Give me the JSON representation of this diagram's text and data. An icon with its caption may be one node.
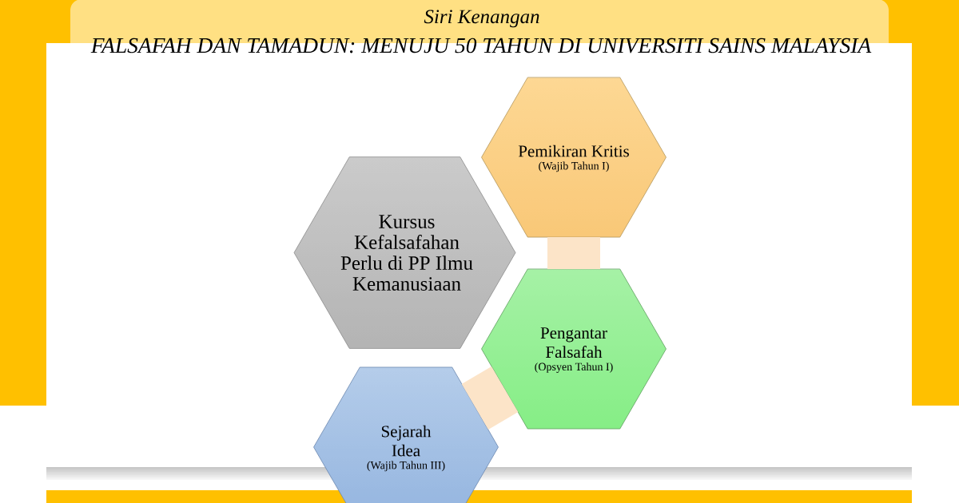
{
  "diagram": {
    "title": "FALSAFAH DAN TAMADUN: MENUJU 50 TAHUN DI UNIVERSITI SAINS MALAYSIA",
    "nodes": [
      {
        "text": [
          "Kursus Kefalsafahan Perlu di PP Ilmu Kemanusiaan"
        ]
      },
      {
        "text": [
          "Pemikiran Kritis",
          "(Wajib Tahun I)"
        ]
      },
      {
        "text": [
          "Pengantar Falsafah",
          "(Opsyen Tahun I)"
        ]
      },
      {
        "text": [
          "Sejarah Idea",
          "(Wajib Tahun III)"
        ]
      }
    ],
    "edges": [
      {
        "from": 1,
        "to": 2,
        "arrow": "none"
      },
      {
        "from": 2,
        "to": 3,
        "arrow": "none"
      }
    ],
    "labels": [
      "Siri Kenangan"
    ]
  }
}
